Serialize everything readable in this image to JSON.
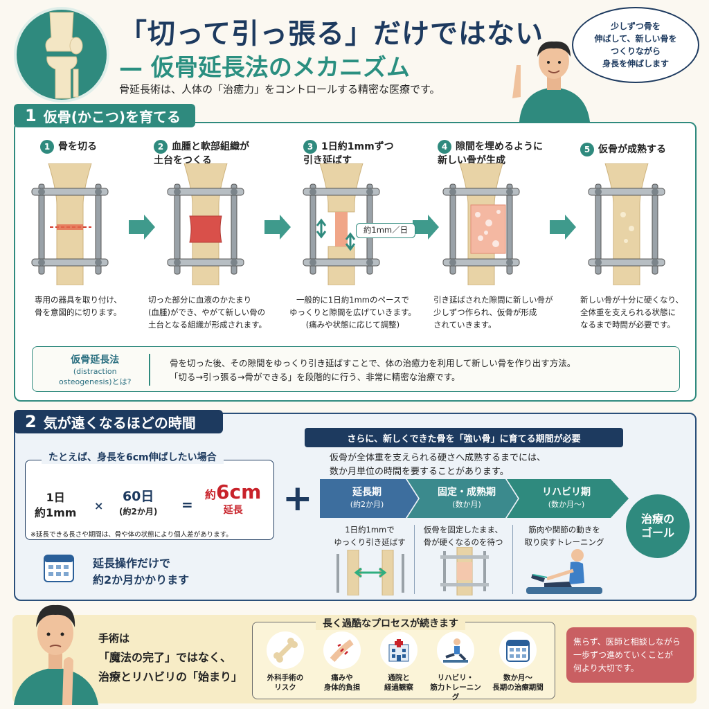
{
  "header": {
    "title_line1": "「切って引っ張る」だけではない",
    "title_line2": "— 仮骨延長法のメカニズム",
    "subtitle": "骨延長術は、人体の「治癒力」をコントロールする精密な医療です。",
    "bubble": "少しずつ骨を\n伸ばして、新しい骨を\nつくりながら\n身長を伸ばします"
  },
  "section1": {
    "num": "1",
    "title": "仮骨(かこつ)を育てる",
    "steps": [
      {
        "num": "1",
        "title": "骨を切る",
        "desc": "専用の器具を取り付け、\n骨を意図的に切ります。"
      },
      {
        "num": "2",
        "title": "血腫と軟部組織が\n土台をつくる",
        "desc": "切った部分に血液のかたまり\n(血腫)ができ、やがて新しい骨の\n土台となる組織が形成されます。"
      },
      {
        "num": "3",
        "title": "1日約1mmずつ\n引き延ばす",
        "desc": "一般的に1日約1mmのペースで\nゆっくりと隙間を広げていきます。\n(痛みや状態に応じて調整)"
      },
      {
        "num": "4",
        "title": "隙間を埋めるように\n新しい骨が生成",
        "desc": "引き延ばされた隙間に新しい骨が\n少しずつ作られ、仮骨が形成\nされていきます。"
      },
      {
        "num": "5",
        "title": "仮骨が成熟する",
        "desc": "新しい骨が十分に硬くなり、\n全体重を支えられる状態に\nなるまで時間が必要です。"
      }
    ],
    "rate_label": "約1mm／日",
    "definition": {
      "term": "仮骨延長法",
      "sub": "(distraction\nosteogenesis)とは?",
      "text": "骨を切った後、その隙間をゆっくり引き延ばすことで、体の治癒力を利用して新しい骨を作り出す方法。\n「切る→引っ張る→骨ができる」を段階的に行う、非常に精密な治療です。"
    }
  },
  "section2": {
    "num": "2",
    "title": "気が遠くなるほどの時間",
    "example_head": "たとえば、身長を6cm伸ばしたい場合",
    "calc": {
      "a_top": "1日",
      "a_bottom": "約1mm",
      "times": "×",
      "b_top": "60日",
      "b_bottom": "(約2か月)",
      "eq": "=",
      "c_prefix": "約",
      "c_value": "6cm",
      "c_bottom": "延長"
    },
    "note": "※延長できる長さや期間は、骨や体の状態により個人差があります。",
    "summary": "延長操作だけで\n約2か月かかります",
    "plus": "+",
    "bar_head": "さらに、新しくできた骨を「強い骨」に育てる期間が必要",
    "bar_text": "仮骨が全体重を支えられる硬さへ成熟するまでには、\n数か月単位の時間を要することがあります。",
    "phases": [
      {
        "name": "延長期",
        "sub": "(約2か月)",
        "desc": "1日約1mmで\nゆっくり引き延ばす"
      },
      {
        "name": "固定・成熟期",
        "sub": "(数か月)",
        "desc": "仮骨を固定したまま、\n骨が硬くなるのを待つ"
      },
      {
        "name": "リハビリ期",
        "sub": "(数か月〜)",
        "desc": "筋肉や関節の動きを\n取り戻すトレーニング"
      }
    ],
    "goal": "治療の\nゴール"
  },
  "section3": {
    "surgery_l1": "手術は",
    "surgery_l2": "「魔法の完了」ではなく、",
    "surgery_l3": "治療とリハビリの「始まり」",
    "process_head": "長く過酷なプロセスが続きます",
    "items": [
      {
        "icon": "bone-icon",
        "label": "外科手術の\nリスク"
      },
      {
        "icon": "pain-icon",
        "label": "痛みや\n身体的負担"
      },
      {
        "icon": "hospital-icon",
        "label": "通院と\n経過観察"
      },
      {
        "icon": "rehab-icon",
        "label": "リハビリ・\n筋力トレーニング"
      },
      {
        "icon": "calendar-icon",
        "label": "数か月〜\n長期の治療期間"
      }
    ],
    "advice": "焦らず、医師と相談しながら\n一歩ずつ進めていくことが\n何より大切です。"
  },
  "colors": {
    "teal": "#2f8a7e",
    "navy": "#1d3a5f",
    "red": "#c8222a",
    "bone": "#e8d3a6"
  }
}
